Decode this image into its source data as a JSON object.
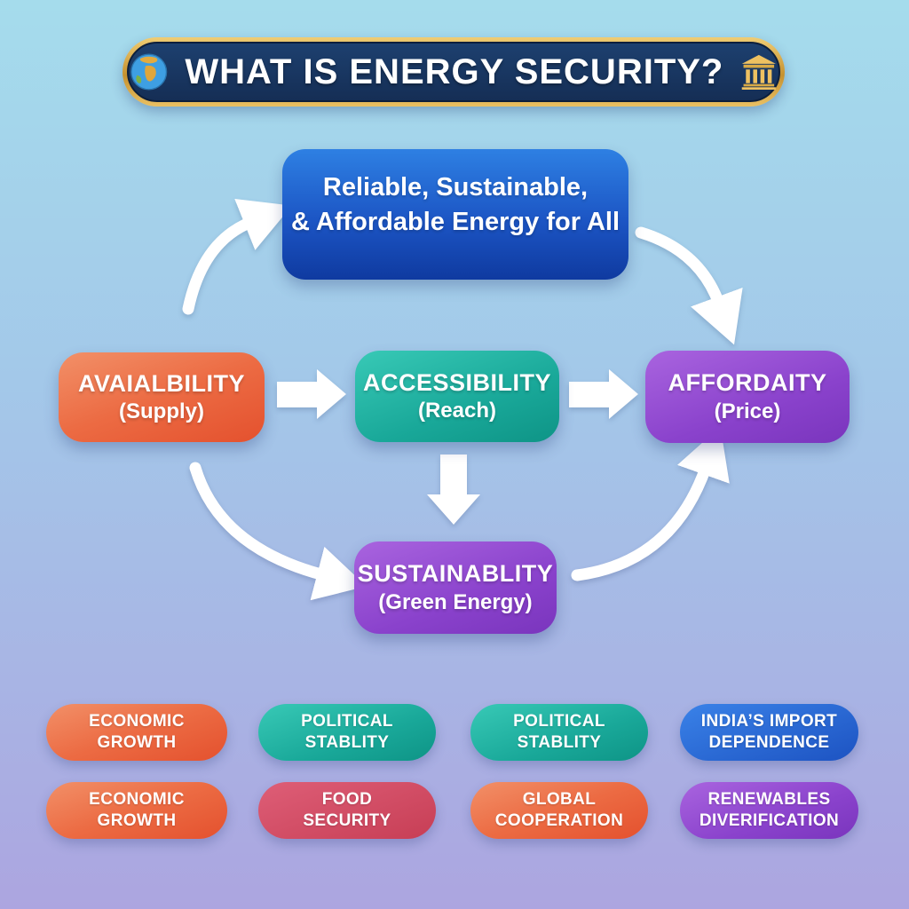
{
  "banner": {
    "title": "WHAT IS ENERGY SECURITY?",
    "left_icon": "globe-icon",
    "right_icon": "bank-icon"
  },
  "goal": {
    "line1": "Reliable, Sustainable,",
    "line2": "& Affordable Energy for All"
  },
  "pillars": [
    {
      "title": "AVAIALBILITY",
      "subtitle": "(Supply)",
      "color": "#ec6b43"
    },
    {
      "title": "ACCESSIBILITY",
      "subtitle": "(Reach)",
      "color": "#19a899"
    },
    {
      "title": "AFFORDAITY",
      "subtitle": "(Price)",
      "color": "#8a42cc"
    },
    {
      "title": "SUSTAINABLITY",
      "subtitle": "(Green Energy)",
      "color": "#8a42cc"
    }
  ],
  "badges": {
    "row1": [
      {
        "line1": "ECONOMIC",
        "line2": "GROWTH",
        "color": "#ec6b43"
      },
      {
        "line1": "POLITICAL",
        "line2": "STABLITY",
        "color": "#19a899"
      },
      {
        "line1": "POLITICAL",
        "line2": "STABLITY",
        "color": "#19a899"
      },
      {
        "line1": "INDIA’S IMPORT",
        "line2": "DEPENDENCE",
        "color": "#1d53c2"
      }
    ],
    "row2": [
      {
        "line1": "ECONOMIC",
        "line2": "GROWTH",
        "color": "#ec6b43"
      },
      {
        "line1": "FOOD",
        "line2": "SECURITY",
        "color": "#c73e55"
      },
      {
        "line1": "GLOBAL",
        "line2": "COOPERATION",
        "color": "#ec6b43"
      },
      {
        "line1": "RENEWABLES",
        "line2": "DIVERIFICATION",
        "color": "#8a42cc"
      }
    ]
  },
  "colors": {
    "background_top": "#a5dcec",
    "background_bottom": "#aca5e0",
    "banner_navy": "#16305b",
    "banner_gold": "#c6912f",
    "goal_blue_top": "#2e80e3",
    "goal_blue_bottom": "#0f3aa0",
    "arrow_white": "#ffffff"
  }
}
